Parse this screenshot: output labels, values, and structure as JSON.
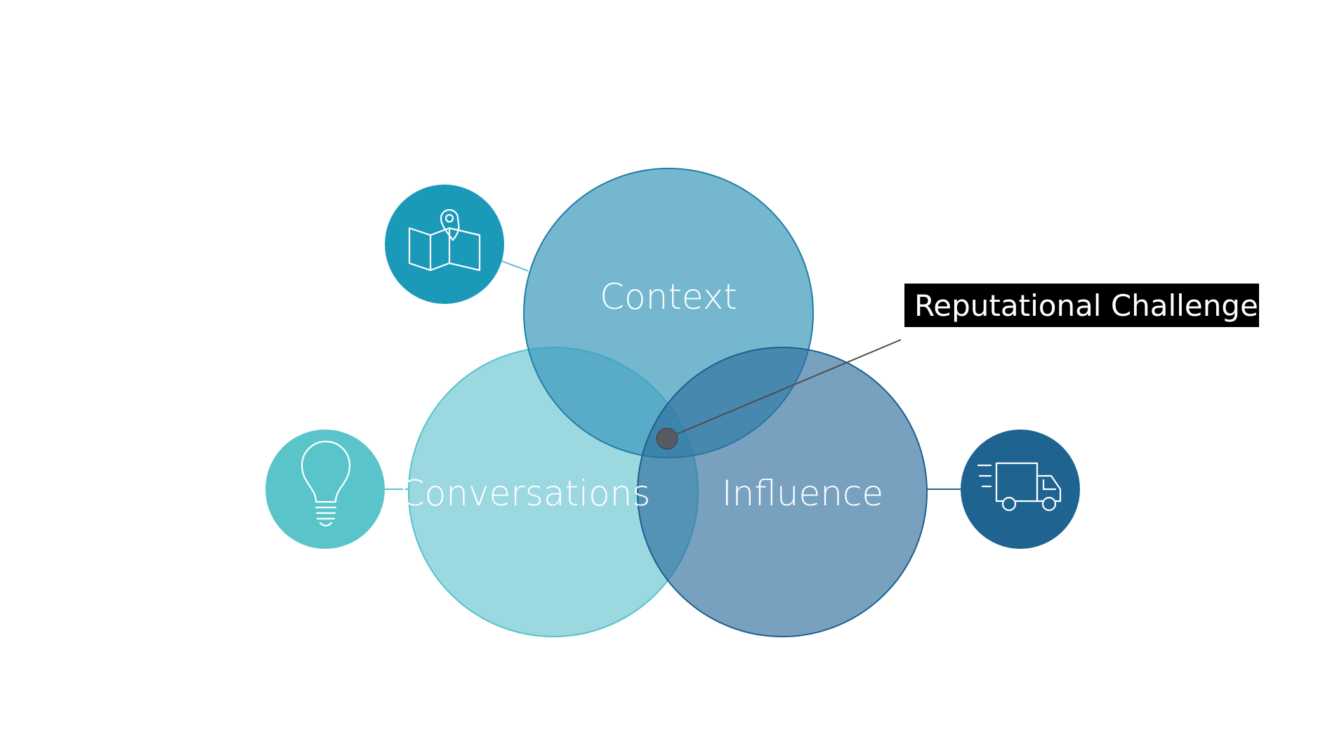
{
  "diagram": {
    "circles": [
      {
        "id": "context",
        "label": "Context",
        "fill": "#5ba9c6",
        "stroke": "#1e7fa6"
      },
      {
        "id": "conversations",
        "label": "Conversations",
        "fill": "#8ad1da",
        "stroke": "#55c3cb"
      },
      {
        "id": "influence",
        "label": "Influence",
        "fill": "#5a90b3",
        "stroke": "#1e5f8d"
      }
    ],
    "intersection_callout": {
      "label": "Reputational Challenges",
      "box_color": "#000000",
      "dot_color": "#555a63"
    },
    "icons": [
      {
        "name": "map-pin-icon",
        "bg": "#1b99b8",
        "for": "context"
      },
      {
        "name": "lightbulb-icon",
        "bg": "#59c5ca",
        "for": "conversations"
      },
      {
        "name": "delivery-truck-icon",
        "bg": "#1f6391",
        "for": "influence"
      }
    ]
  }
}
